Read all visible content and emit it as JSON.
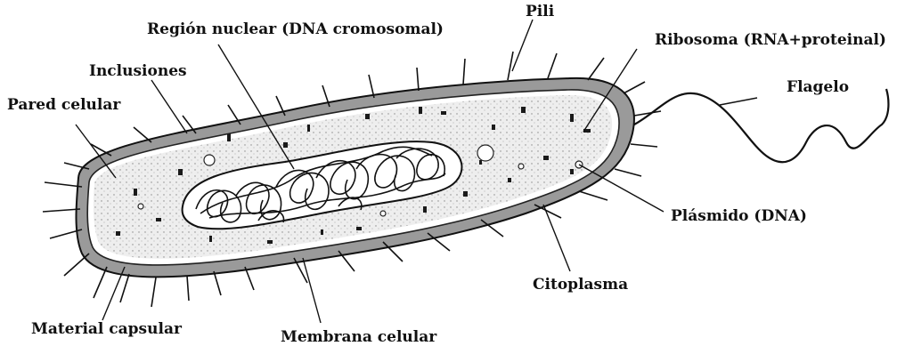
{
  "diagram": {
    "labels": {
      "nuclear_region": "Región nuclear (DNA cromosomal)",
      "pili": "Pili",
      "ribosome": "Ribosoma (RNA+proteinal)",
      "inclusions": "Inclusiones",
      "flagellum": "Flagelo",
      "cell_wall": "Pared celular",
      "plasmid": "Plásmido (DNA)",
      "cytoplasm": "Citoplasma",
      "capsular_material": "Material capsular",
      "cell_membrane": "Membrana celular"
    },
    "colors": {
      "ink": "#111111",
      "cell_wall_fill": "#9a9a9a",
      "cytoplasm_fill": "#ececec",
      "background": "#ffffff"
    }
  }
}
